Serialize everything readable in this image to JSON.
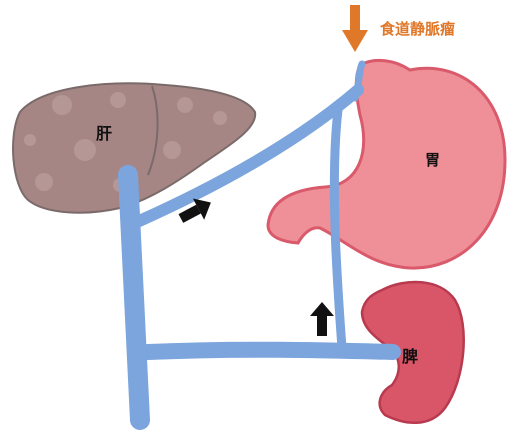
{
  "labels": {
    "liver": "肝",
    "stomach": "胃",
    "spleen": "脾",
    "varices": "食道静脈瘤"
  },
  "colors": {
    "liver_fill": "#a58685",
    "liver_spots": "#b89a9a",
    "liver_stroke": "#7b6a6a",
    "stomach_fill": "#ef8f97",
    "stomach_stroke": "#d95a6b",
    "spleen_fill": "#d95668",
    "spleen_stroke": "#b83a4f",
    "vessel": "#7ca5dd",
    "flow_arrow": "#111111",
    "varices_arrow": "#e0782a",
    "varices_text": "#e0782a"
  }
}
